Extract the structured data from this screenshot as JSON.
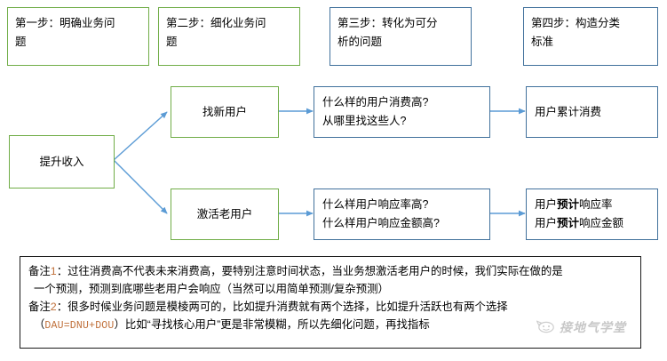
{
  "diagram": {
    "title_hidden": "",
    "colors": {
      "green_border": "#70AD47",
      "blue_border": "#41719C",
      "arrow_blue": "#5B9BD5",
      "accent_orange": "#C0703A",
      "note_border": "#1a1a1a"
    },
    "steps": [
      {
        "id": "step1",
        "line1": "第一步：明确业务问",
        "line2": "题"
      },
      {
        "id": "step2",
        "line1": "第二步：细化业务问",
        "line2": "题"
      },
      {
        "id": "step3",
        "line1": "第三步：转化为可分",
        "line2": "析的问题"
      },
      {
        "id": "step4",
        "line1": "第四步：构造分类",
        "line2": "标准"
      }
    ],
    "root": {
      "label": "提升收入"
    },
    "branches": [
      {
        "id": "new-user",
        "label": "找新用户"
      },
      {
        "id": "old-user",
        "label": "激活老用户"
      }
    ],
    "questions": [
      {
        "id": "q-new",
        "line1": "什么样的用户消费高?",
        "line2": "从哪里找这些人?"
      },
      {
        "id": "q-old",
        "line1": "什么样用户响应率高?",
        "line2": "什么样用户响应金额高?"
      }
    ],
    "outputs": [
      {
        "id": "out-new",
        "line1_pre": "用户累计消费",
        "line1_em": "",
        "line1_post": "",
        "line2_pre": "",
        "line2_em": "",
        "line2_post": ""
      },
      {
        "id": "out-old",
        "line1_pre": "用户",
        "line1_em": "预计",
        "line1_post": "响应率",
        "line2_pre": "用户",
        "line2_em": "预计",
        "line2_post": "响应金额"
      }
    ]
  },
  "notes": {
    "note1": {
      "label": "备注",
      "number": "1",
      "colon": "：",
      "line1": "过往消费高不代表未来消费高，要特别注意时间状态，当业务想激活老用户的时候，我们实际在做的是",
      "line2": "一个预测，预测到底哪些老用户会响应（当然可以用简单预测/复杂预测）"
    },
    "note2": {
      "label": "备注",
      "number": "2",
      "colon": "：",
      "line1": "很多时候业务问题是模棱两可的，比如提升消费就有两个选择，比如提升活跃也有两个选择",
      "line2_pre": "（",
      "line2_mono": "DAU=DNU+DOU",
      "line2_post": "）比如“寻找核心用户”更是非常模糊，所以先细化问题，再找指标"
    }
  },
  "watermark": {
    "icon": "smiley-face-icon",
    "text": "接地气学堂"
  }
}
